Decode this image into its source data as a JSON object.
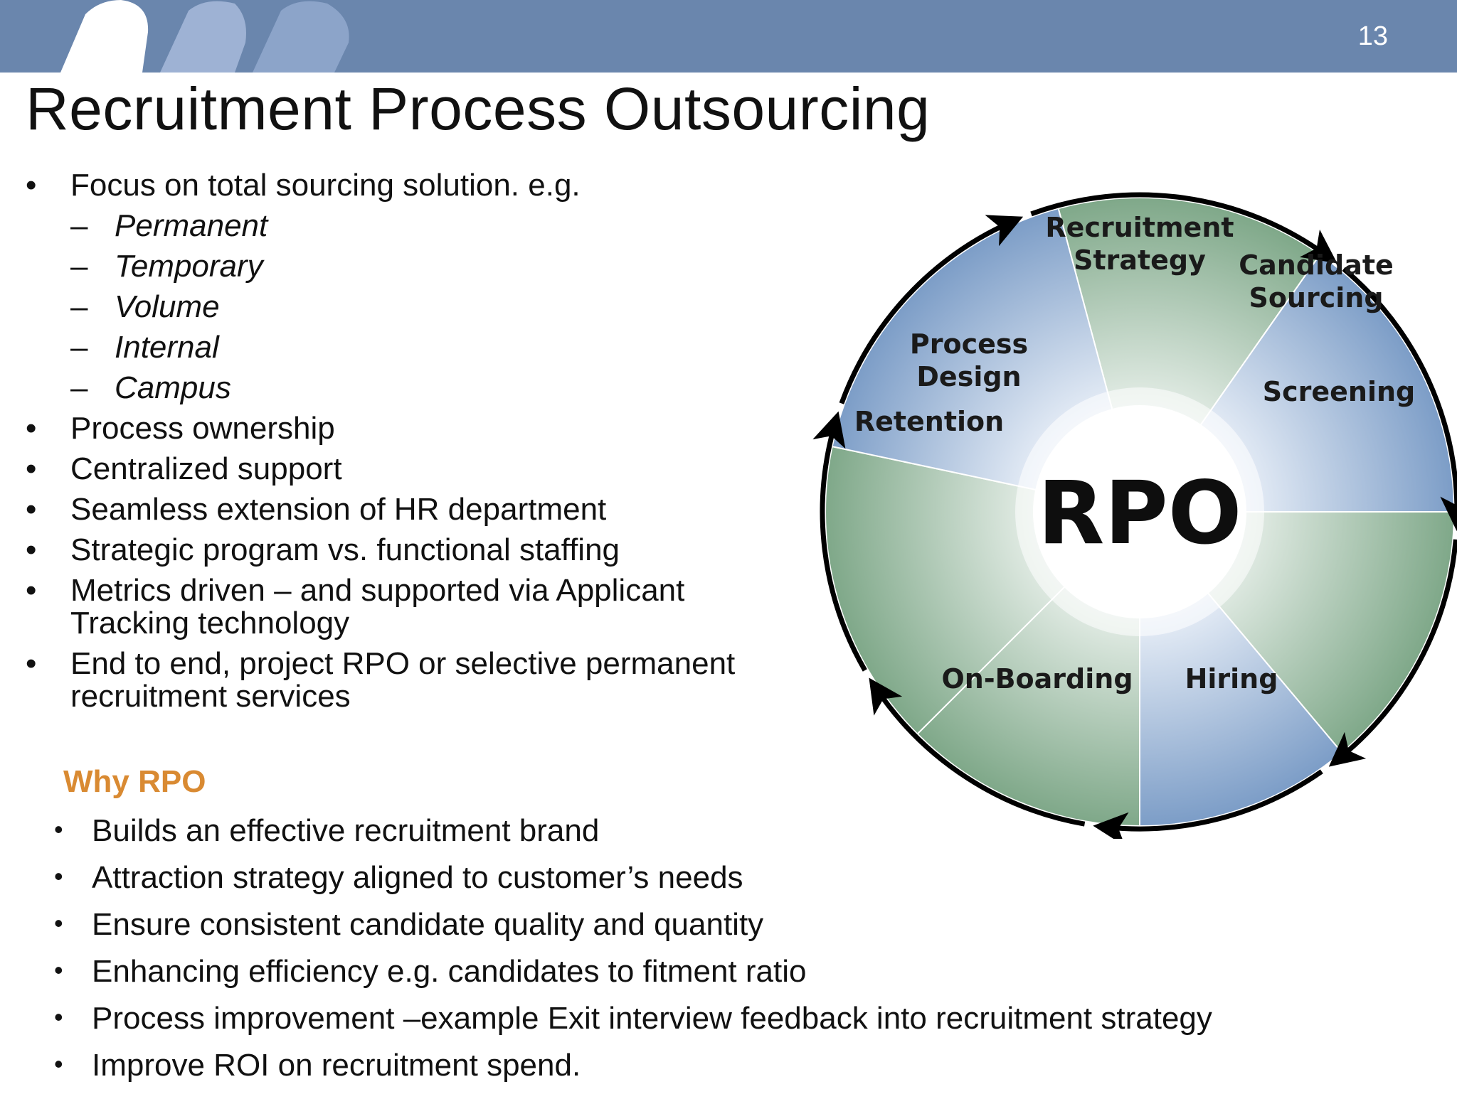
{
  "header": {
    "slide_number": "13",
    "bar_color": "#6a86ad"
  },
  "title": "Recruitment Process Outsourcing",
  "bullets": [
    {
      "text": "Focus on total sourcing solution. e.g."
    },
    {
      "text": "Permanent",
      "sub": true
    },
    {
      "text": "Temporary",
      "sub": true
    },
    {
      "text": "Volume",
      "sub": true
    },
    {
      "text": "Internal",
      "sub": true
    },
    {
      "text": "Campus",
      "sub": true
    },
    {
      "text": "Process ownership"
    },
    {
      "text": "Centralized support"
    },
    {
      "text": "Seamless extension of HR department"
    },
    {
      "text": "Strategic program vs. functional staffing"
    },
    {
      "text": "Metrics driven – and supported via Applicant Tracking technology"
    },
    {
      "text": "End to end, project RPO or selective permanent recruitment services"
    }
  ],
  "why": {
    "heading": "Why RPO",
    "heading_color": "#d98a32",
    "items": [
      "Builds an effective recruitment brand",
      "Attraction strategy  aligned to customer’s needs",
      "Ensure consistent candidate quality and quantity",
      "Enhancing efficiency e.g. candidates to fitment ratio",
      "Process improvement –example Exit interview feedback into recruitment strategy",
      "Improve ROI on recruitment spend."
    ]
  },
  "diagram": {
    "center": "RPO",
    "segments": [
      {
        "lines": [
          "Recruitment",
          "Strategy"
        ],
        "color": "green"
      },
      {
        "lines": [
          "Candidate",
          "Sourcing"
        ],
        "color": "blue"
      },
      {
        "lines": [
          "Screening"
        ],
        "color": "green"
      },
      {
        "lines": [
          "Hiring"
        ],
        "color": "blue"
      },
      {
        "lines": [
          "On-Boarding"
        ],
        "color": "green"
      },
      {
        "lines": [
          "Retention"
        ],
        "color": "green"
      },
      {
        "lines": [
          "Process",
          "Design"
        ],
        "color": "blue"
      }
    ],
    "colors": {
      "green_outer": "#7fa889",
      "green_inner": "#eaf1ec",
      "blue_outer": "#7c9dc7",
      "blue_inner": "#eef3fa",
      "ring": "#000000"
    }
  }
}
